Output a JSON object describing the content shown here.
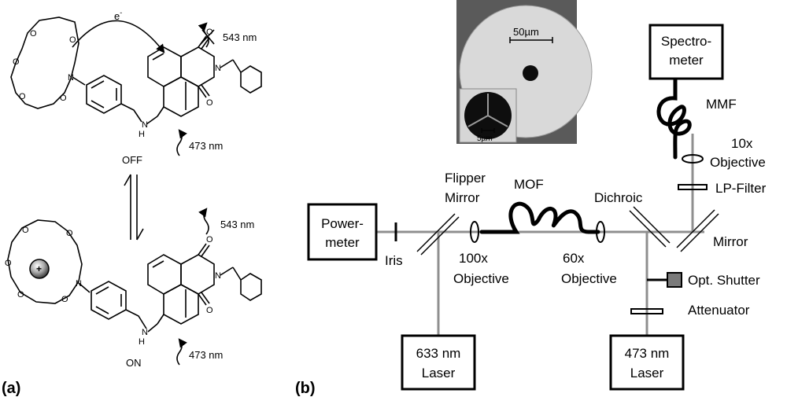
{
  "panel_a": {
    "label": "(a)",
    "electron": "e",
    "electron_sup": "-",
    "off_emission": "543 nm",
    "off_excitation": "473 nm",
    "off_state": "OFF",
    "on_emission": "543 nm",
    "on_excitation": "473 nm",
    "on_state": "ON",
    "crown_oxygens": [
      "O",
      "O",
      "O",
      "O",
      "O"
    ],
    "amine_n": "N",
    "imide_o": "O",
    "imide_n": "N",
    "nh": "N",
    "nh_h": "H",
    "cation": "+"
  },
  "panel_b": {
    "label": "(b)",
    "inset_scale": "50µm",
    "inset_core_scale": "5µm",
    "spectrometer": [
      "Spectro-",
      "meter"
    ],
    "mmf": "MMF",
    "objective_10x": [
      "10x",
      "Objective"
    ],
    "lp_filter": "LP-Filter",
    "flipper_mirror": [
      "Flipper",
      "Mirror"
    ],
    "mof": "MOF",
    "dichroic": "Dichroic",
    "mirror": "Mirror",
    "powermeter": [
      "Power-",
      "meter"
    ],
    "iris": "Iris",
    "objective_100x": [
      "100x",
      "Objective"
    ],
    "objective_60x": [
      "60x",
      "Objective"
    ],
    "opt_shutter": "Opt. Shutter",
    "attenuator": "Attenuator",
    "laser_633": [
      "633 nm",
      "Laser"
    ],
    "laser_473": [
      "473 nm",
      "Laser"
    ]
  }
}
